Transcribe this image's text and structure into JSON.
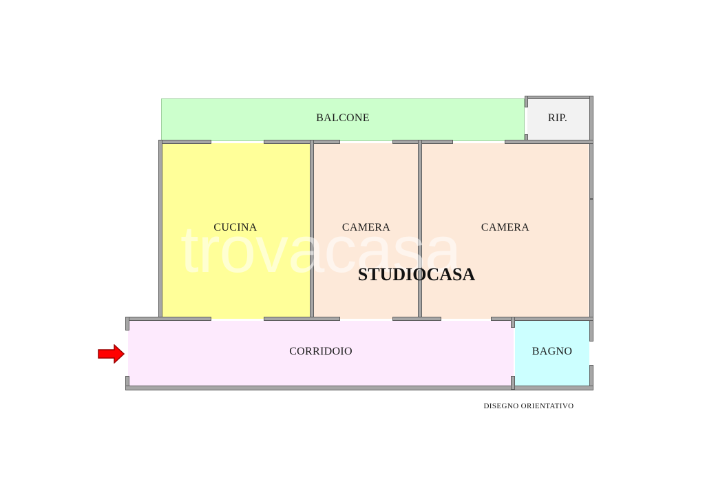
{
  "rooms": {
    "balcone": {
      "label": "BALCONE",
      "fill": "#ccffcc"
    },
    "rip": {
      "label": "RIP.",
      "fill": "#f2f2f2"
    },
    "cucina": {
      "label": "CUCINA",
      "fill": "#ffff99"
    },
    "camera_1": {
      "label": "CAMERA",
      "fill": "#fde9d9"
    },
    "camera_2": {
      "label": "CAMERA",
      "fill": "#fde9d9"
    },
    "corridoio": {
      "label": "CORRIDOIO",
      "fill": "#fdeafd"
    },
    "bagno": {
      "label": "BAGNO",
      "fill": "#ccffff"
    }
  },
  "brand": "STUDIOCASA",
  "watermark": "trovacasa",
  "note": "DISEGNO ORIENTATIVO",
  "entrance_arrow": {
    "icon": "red-arrow-right-icon",
    "color": "#ff0000"
  },
  "wall_color": "#a6a6a6"
}
